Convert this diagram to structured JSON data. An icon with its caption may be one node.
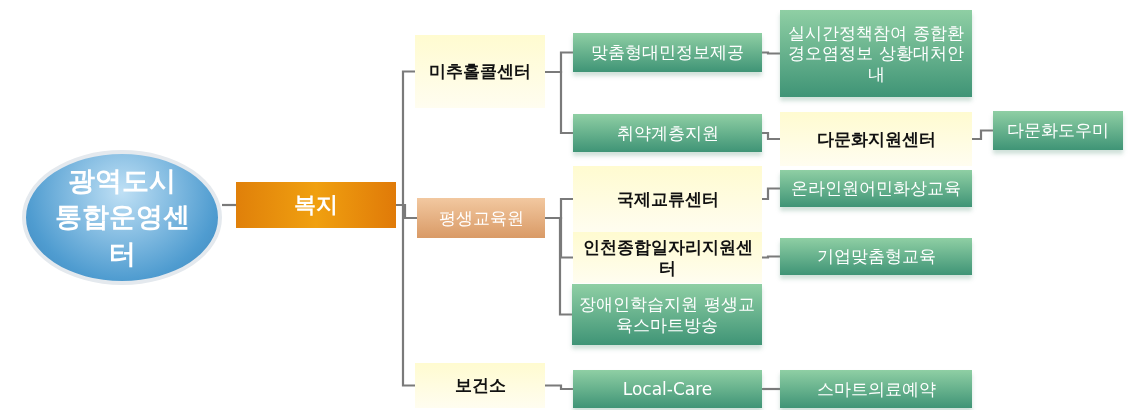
{
  "diagram": {
    "nodes": [
      {
        "text": [
          "광역도시 통합운영센터"
        ]
      },
      {
        "text": [
          "복지"
        ]
      },
      {
        "text": [
          "미추홀콜센터"
        ]
      },
      {
        "text": [
          "평생교육원"
        ]
      },
      {
        "text": [
          "보건소"
        ]
      },
      {
        "text": [
          "맞춤형대민정보제공"
        ]
      },
      {
        "text": [
          "취약계층지원"
        ]
      },
      {
        "text": [
          "국제교류센터"
        ]
      },
      {
        "text": [
          "인천종합일자리지원센터"
        ]
      },
      {
        "text": [
          "장애인학습지원 평생교육스마트방송"
        ]
      },
      {
        "text": [
          "Local-Care"
        ]
      },
      {
        "text": [
          "실시간정책참여 종합환경오염정보 상황대처안내"
        ]
      },
      {
        "text": [
          "다문화지원센터"
        ]
      },
      {
        "text": [
          "온라인원어민화상교육"
        ]
      },
      {
        "text": [
          "기업맞춤형교육"
        ]
      },
      {
        "text": [
          "스마트의료예약"
        ]
      },
      {
        "text": [
          "다문화도우미"
        ]
      }
    ],
    "edges": [
      {
        "from": 0,
        "to": 1,
        "arrow": "none"
      },
      {
        "from": 1,
        "to": 2,
        "arrow": "none"
      },
      {
        "from": 1,
        "to": 3,
        "arrow": "none"
      },
      {
        "from": 1,
        "to": 4,
        "arrow": "none"
      },
      {
        "from": 2,
        "to": 5,
        "arrow": "none"
      },
      {
        "from": 2,
        "to": 6,
        "arrow": "none"
      },
      {
        "from": 5,
        "to": 11,
        "arrow": "none"
      },
      {
        "from": 6,
        "to": 12,
        "arrow": "none"
      },
      {
        "from": 12,
        "to": 16,
        "arrow": "none"
      },
      {
        "from": 3,
        "to": 7,
        "arrow": "none"
      },
      {
        "from": 3,
        "to": 8,
        "arrow": "none"
      },
      {
        "from": 3,
        "to": 9,
        "arrow": "none"
      },
      {
        "from": 7,
        "to": 13,
        "arrow": "none"
      },
      {
        "from": 8,
        "to": 14,
        "arrow": "none"
      },
      {
        "from": 4,
        "to": 10,
        "arrow": "none"
      },
      {
        "from": 10,
        "to": 15,
        "arrow": "none"
      }
    ]
  }
}
